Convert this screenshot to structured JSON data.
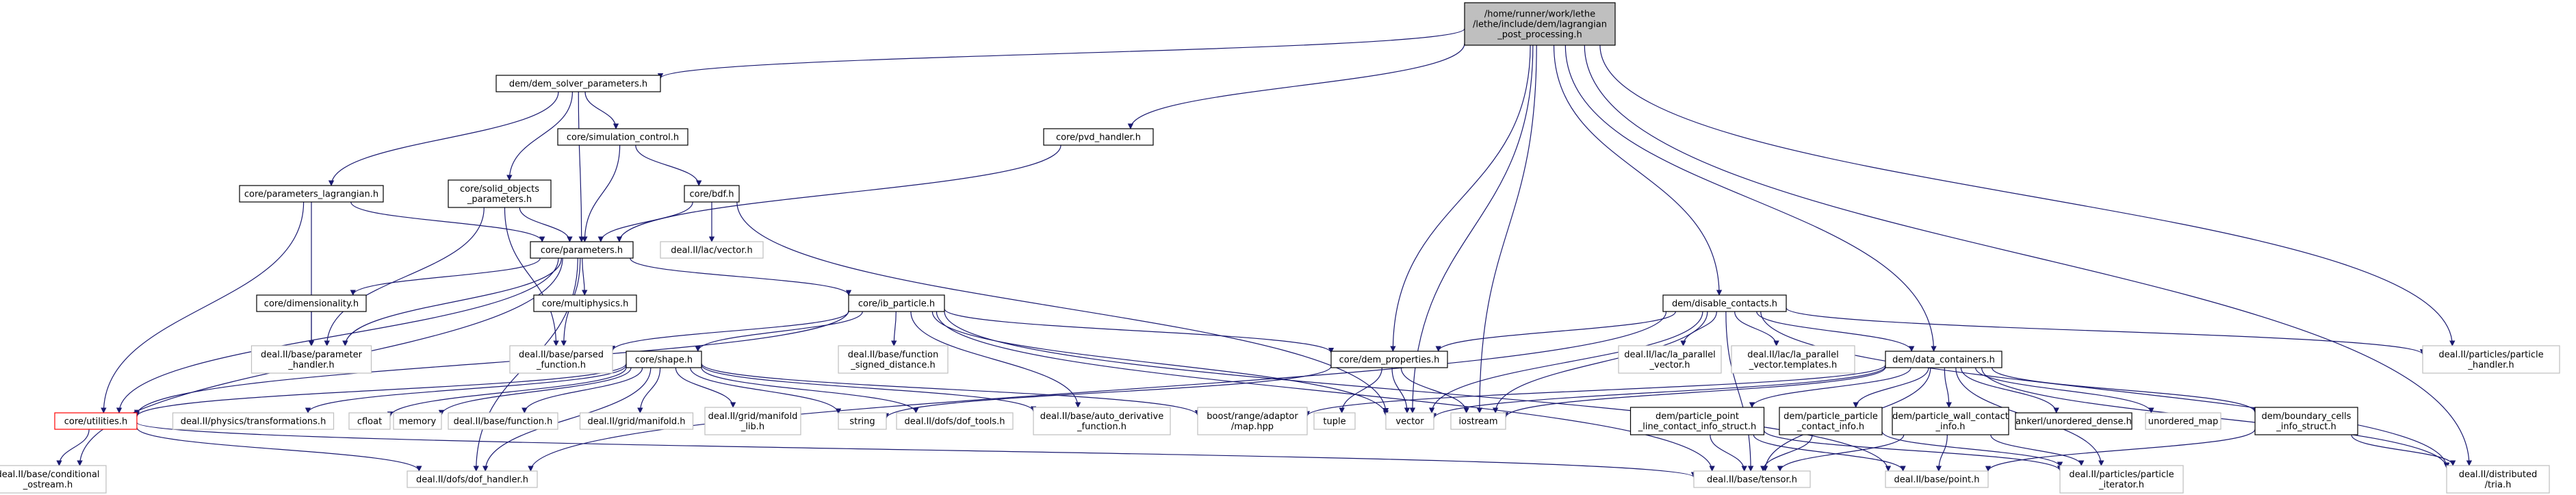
{
  "diagram": {
    "nodes": [
      {
        "id": "root",
        "lines": [
          "/home/runner/work/lethe",
          "/lethe/include/dem/lagrangian",
          "_post_processing.h"
        ],
        "style": "root"
      },
      {
        "id": "dem_solver_parameters",
        "lines": [
          "dem/dem_solver_parameters.h"
        ],
        "style": "normal"
      },
      {
        "id": "pvd_handler",
        "lines": [
          "core/pvd_handler.h"
        ],
        "style": "normal"
      },
      {
        "id": "dem_properties",
        "lines": [
          "core/dem_properties.h"
        ],
        "style": "normal"
      },
      {
        "id": "disable_contacts",
        "lines": [
          "dem/disable_contacts.h"
        ],
        "style": "normal"
      },
      {
        "id": "data_containers",
        "lines": [
          "dem/data_containers.h"
        ],
        "style": "normal"
      },
      {
        "id": "simulation_control",
        "lines": [
          "core/simulation_control.h"
        ],
        "style": "normal"
      },
      {
        "id": "solid_objects_parameters",
        "lines": [
          "core/solid_objects",
          "_parameters.h"
        ],
        "style": "normal"
      },
      {
        "id": "parameters_lagrangian",
        "lines": [
          "core/parameters_lagrangian.h"
        ],
        "style": "normal"
      },
      {
        "id": "bdf",
        "lines": [
          "core/bdf.h"
        ],
        "style": "normal"
      },
      {
        "id": "parameters",
        "lines": [
          "core/parameters.h"
        ],
        "style": "normal"
      },
      {
        "id": "lac_vector",
        "lines": [
          "deal.II/lac/vector.h"
        ],
        "style": "ext"
      },
      {
        "id": "dimensionality",
        "lines": [
          "core/dimensionality.h"
        ],
        "style": "normal"
      },
      {
        "id": "multiphysics",
        "lines": [
          "core/multiphysics.h"
        ],
        "style": "normal"
      },
      {
        "id": "ib_particle",
        "lines": [
          "core/ib_particle.h"
        ],
        "style": "normal"
      },
      {
        "id": "parameter_handler",
        "lines": [
          "deal.II/base/parameter",
          "_handler.h"
        ],
        "style": "ext"
      },
      {
        "id": "parsed_function",
        "lines": [
          "deal.II/base/parsed",
          "_function.h"
        ],
        "style": "ext"
      },
      {
        "id": "function_signed_distance",
        "lines": [
          "deal.II/base/function",
          "_signed_distance.h"
        ],
        "style": "ext"
      },
      {
        "id": "shape",
        "lines": [
          "core/shape.h"
        ],
        "style": "normal"
      },
      {
        "id": "utilities",
        "lines": [
          "core/utilities.h"
        ],
        "style": "red"
      },
      {
        "id": "physics_transformations",
        "lines": [
          "deal.II/physics/transformations.h"
        ],
        "style": "ext"
      },
      {
        "id": "cfloat",
        "lines": [
          "cfloat"
        ],
        "style": "ext"
      },
      {
        "id": "memory",
        "lines": [
          "memory"
        ],
        "style": "ext"
      },
      {
        "id": "base_function",
        "lines": [
          "deal.II/base/function.h"
        ],
        "style": "ext"
      },
      {
        "id": "grid_manifold",
        "lines": [
          "deal.II/grid/manifold.h"
        ],
        "style": "ext"
      },
      {
        "id": "manifold_lib",
        "lines": [
          "deal.II/grid/manifold",
          "_lib.h"
        ],
        "style": "ext"
      },
      {
        "id": "string",
        "lines": [
          "string"
        ],
        "style": "ext"
      },
      {
        "id": "dof_tools",
        "lines": [
          "deal.II/dofs/dof_tools.h"
        ],
        "style": "ext"
      },
      {
        "id": "auto_derivative",
        "lines": [
          "deal.II/base/auto_derivative",
          "_function.h"
        ],
        "style": "ext"
      },
      {
        "id": "boost_map",
        "lines": [
          "boost/range/adaptor",
          "/map.hpp"
        ],
        "style": "ext"
      },
      {
        "id": "tuple",
        "lines": [
          "tuple"
        ],
        "style": "ext"
      },
      {
        "id": "vector",
        "lines": [
          "vector"
        ],
        "style": "ext"
      },
      {
        "id": "iostream",
        "lines": [
          "iostream"
        ],
        "style": "ext"
      },
      {
        "id": "conditional_ostream",
        "lines": [
          "deal.II/base/conditional",
          "_ostream.h"
        ],
        "style": "ext"
      },
      {
        "id": "dof_handler",
        "lines": [
          "deal.II/dofs/dof_handler.h"
        ],
        "style": "ext"
      },
      {
        "id": "la_parallel_vector",
        "lines": [
          "deal.II/lac/la_parallel",
          "_vector.h"
        ],
        "style": "ext"
      },
      {
        "id": "la_parallel_vector_templates",
        "lines": [
          "deal.II/lac/la_parallel",
          "_vector.templates.h"
        ],
        "style": "ext"
      },
      {
        "id": "particle_point_line",
        "lines": [
          "dem/particle_point",
          "_line_contact_info_struct.h"
        ],
        "style": "normal"
      },
      {
        "id": "particle_particle",
        "lines": [
          "dem/particle_particle",
          "_contact_info.h"
        ],
        "style": "normal"
      },
      {
        "id": "particle_wall",
        "lines": [
          "dem/particle_wall_contact",
          "_info.h"
        ],
        "style": "normal"
      },
      {
        "id": "ankerl",
        "lines": [
          "ankerl/unordered_dense.h"
        ],
        "style": "normal"
      },
      {
        "id": "unordered_map",
        "lines": [
          "unordered_map"
        ],
        "style": "ext"
      },
      {
        "id": "boundary_cells",
        "lines": [
          "dem/boundary_cells",
          "_info_struct.h"
        ],
        "style": "normal"
      },
      {
        "id": "particle_handler",
        "lines": [
          "deal.II/particles/particle",
          "_handler.h"
        ],
        "style": "ext"
      },
      {
        "id": "tensor",
        "lines": [
          "deal.II/base/tensor.h"
        ],
        "style": "ext"
      },
      {
        "id": "point",
        "lines": [
          "deal.II/base/point.h"
        ],
        "style": "ext"
      },
      {
        "id": "particle_iterator",
        "lines": [
          "deal.II/particles/particle",
          "_iterator.h"
        ],
        "style": "ext"
      },
      {
        "id": "tria",
        "lines": [
          "deal.II/distributed",
          "/tria.h"
        ],
        "style": "ext"
      }
    ],
    "edges": [
      [
        "root",
        "dem_solver_parameters"
      ],
      [
        "root",
        "pvd_handler"
      ],
      [
        "root",
        "dem_properties"
      ],
      [
        "root",
        "vector"
      ],
      [
        "root",
        "iostream"
      ],
      [
        "root",
        "disable_contacts"
      ],
      [
        "root",
        "data_containers"
      ],
      [
        "root",
        "particle_handler"
      ],
      [
        "root",
        "tria"
      ],
      [
        "dem_solver_parameters",
        "simulation_control"
      ],
      [
        "dem_solver_parameters",
        "solid_objects_parameters"
      ],
      [
        "dem_solver_parameters",
        "parameters_lagrangian"
      ],
      [
        "dem_solver_parameters",
        "parameters"
      ],
      [
        "simulation_control",
        "bdf"
      ],
      [
        "simulation_control",
        "parameters"
      ],
      [
        "solid_objects_parameters",
        "parameters"
      ],
      [
        "solid_objects_parameters",
        "parameter_handler"
      ],
      [
        "solid_objects_parameters",
        "parsed_function"
      ],
      [
        "parameters_lagrangian",
        "parameters"
      ],
      [
        "parameters_lagrangian",
        "parameter_handler"
      ],
      [
        "parameters_lagrangian",
        "utilities"
      ],
      [
        "pvd_handler",
        "parameters"
      ],
      [
        "bdf",
        "parameters"
      ],
      [
        "bdf",
        "lac_vector"
      ],
      [
        "bdf",
        "vector"
      ],
      [
        "parameters",
        "dimensionality"
      ],
      [
        "parameters",
        "multiphysics"
      ],
      [
        "parameters",
        "ib_particle"
      ],
      [
        "parameters",
        "parameter_handler"
      ],
      [
        "parameters",
        "parsed_function"
      ],
      [
        "parameters",
        "utilities"
      ],
      [
        "parameters",
        "conditional_ostream"
      ],
      [
        "parameters",
        "dof_handler"
      ],
      [
        "dimensionality",
        "parameter_handler"
      ],
      [
        "ib_particle",
        "shape"
      ],
      [
        "ib_particle",
        "function_signed_distance"
      ],
      [
        "ib_particle",
        "parsed_function"
      ],
      [
        "ib_particle",
        "auto_derivative"
      ],
      [
        "ib_particle",
        "dem_properties"
      ],
      [
        "ib_particle",
        "vector"
      ],
      [
        "ib_particle",
        "utilities"
      ],
      [
        "ib_particle",
        "point"
      ],
      [
        "ib_particle",
        "tensor"
      ],
      [
        "shape",
        "utilities"
      ],
      [
        "shape",
        "physics_transformations"
      ],
      [
        "shape",
        "cfloat"
      ],
      [
        "shape",
        "memory"
      ],
      [
        "shape",
        "base_function"
      ],
      [
        "shape",
        "grid_manifold"
      ],
      [
        "shape",
        "manifold_lib"
      ],
      [
        "shape",
        "string"
      ],
      [
        "shape",
        "dof_tools"
      ],
      [
        "shape",
        "auto_derivative"
      ],
      [
        "shape",
        "boost_map"
      ],
      [
        "shape",
        "dof_handler"
      ],
      [
        "utilities",
        "conditional_ostream"
      ],
      [
        "utilities",
        "dof_handler"
      ],
      [
        "utilities",
        "tensor"
      ],
      [
        "dem_properties",
        "string"
      ],
      [
        "dem_properties",
        "tuple"
      ],
      [
        "dem_properties",
        "vector"
      ],
      [
        "dem_properties",
        "iostream"
      ],
      [
        "disable_contacts",
        "dem_properties"
      ],
      [
        "disable_contacts",
        "la_parallel_vector"
      ],
      [
        "disable_contacts",
        "la_parallel_vector_templates"
      ],
      [
        "disable_contacts",
        "data_containers"
      ],
      [
        "disable_contacts",
        "particle_handler"
      ],
      [
        "disable_contacts",
        "vector"
      ],
      [
        "disable_contacts",
        "iostream"
      ],
      [
        "disable_contacts",
        "tensor"
      ],
      [
        "disable_contacts",
        "tria"
      ],
      [
        "disable_contacts",
        "dof_handler"
      ],
      [
        "data_containers",
        "particle_point_line"
      ],
      [
        "data_containers",
        "particle_particle"
      ],
      [
        "data_containers",
        "particle_wall"
      ],
      [
        "data_containers",
        "ankerl"
      ],
      [
        "data_containers",
        "unordered_map"
      ],
      [
        "data_containers",
        "boundary_cells"
      ],
      [
        "data_containers",
        "vector"
      ],
      [
        "data_containers",
        "iostream"
      ],
      [
        "data_containers",
        "boost_map"
      ],
      [
        "data_containers",
        "tensor"
      ],
      [
        "data_containers",
        "tria"
      ],
      [
        "data_containers",
        "particle_iterator"
      ],
      [
        "particle_point_line",
        "tensor"
      ],
      [
        "particle_point_line",
        "point"
      ],
      [
        "particle_point_line",
        "particle_iterator"
      ],
      [
        "particle_particle",
        "tensor"
      ],
      [
        "particle_particle",
        "particle_iterator"
      ],
      [
        "particle_wall",
        "tensor"
      ],
      [
        "particle_wall",
        "point"
      ],
      [
        "particle_wall",
        "particle_iterator"
      ],
      [
        "boundary_cells",
        "point"
      ],
      [
        "boundary_cells",
        "tria"
      ]
    ]
  }
}
